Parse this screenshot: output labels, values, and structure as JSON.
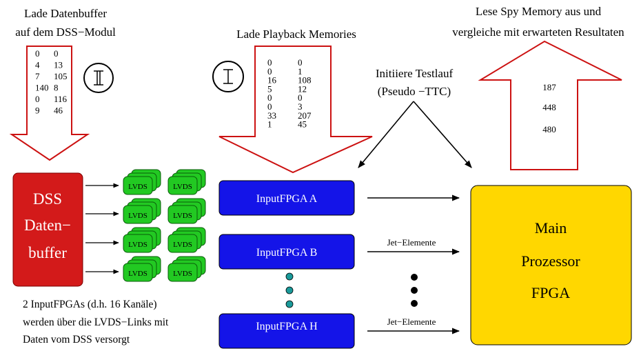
{
  "top": {
    "step1_label_line1": "Lade Datenbuffer",
    "step1_label_line2": "auf dem DSS−Modul",
    "step2_label": "Lade Playback Memories",
    "step3_label_line1": "Initiiere Testlauf",
    "step3_label_line2": "(Pseudo −TTC)",
    "step4_label_line1": "Lese Spy Memory aus und",
    "step4_label_line2": "vergleiche mit erwarteten Resultaten"
  },
  "step_markers": {
    "marker1": "II",
    "marker2": "I"
  },
  "datenbuffer_values": [
    [
      "0",
      "0"
    ],
    [
      "4",
      "13"
    ],
    [
      "7",
      "105"
    ],
    [
      "140",
      "8"
    ],
    [
      "0",
      "116"
    ],
    [
      "9",
      "46"
    ]
  ],
  "playback_values": [
    [
      "0",
      "0"
    ],
    [
      "0",
      "1"
    ],
    [
      "16",
      "108"
    ],
    [
      "5",
      "12"
    ],
    [
      "0",
      "0"
    ],
    [
      "0",
      "3"
    ],
    [
      "33",
      "207"
    ],
    [
      "1",
      "45"
    ]
  ],
  "spy_values": [
    "187",
    "448",
    "480"
  ],
  "dss": {
    "line1": "DSS",
    "line2": "Daten−",
    "line3": "buffer",
    "color": "#d31a1a"
  },
  "lvds_label": "LVDS",
  "lvds_color": "#22c922",
  "input_fpgas": [
    "InputFPGA A",
    "InputFPGA B",
    "InputFPGA H"
  ],
  "input_fpga_color": "#1414e8",
  "jet_label": "Jet−Elemente",
  "main": {
    "line1": "Main",
    "line2": "Prozessor",
    "line3": "FPGA",
    "color": "#ffd700"
  },
  "footnote": {
    "line1": "2 InputFPGAs (d.h. 16 Kanäle)",
    "line2": "werden über die LVDS−Links mit",
    "line3": "Daten vom DSS versorgt"
  },
  "arrow_outline_color": "#cc1111"
}
